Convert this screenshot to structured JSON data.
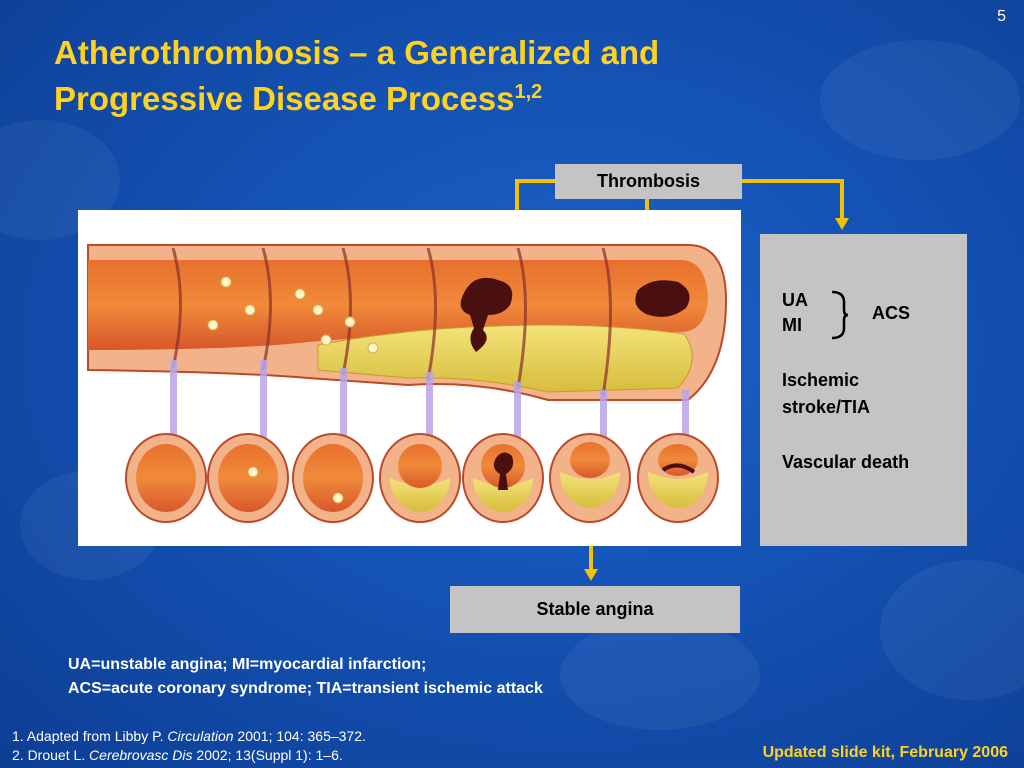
{
  "slide": {
    "page_number": "5",
    "title_line1": "Atherothrombosis – a Generalized and",
    "title_line2": "Progressive Disease Process",
    "title_superscript": "1,2"
  },
  "flow": {
    "top_box": "Thrombosis",
    "bottom_box": "Stable angina"
  },
  "outcomes": {
    "ua": "UA",
    "mi": "MI",
    "acs": "ACS",
    "ischemic_line1": "Ischemic",
    "ischemic_line2": "stroke/TIA",
    "vascular_death": "Vascular death"
  },
  "abbreviations": {
    "line1": "UA=unstable angina; MI=myocardial infarction;",
    "line2": "ACS=acute coronary syndrome; TIA=transient ischemic attack"
  },
  "references": {
    "ref1_prefix": "1. Adapted from Libby P. ",
    "ref1_journal": "Circulation",
    "ref1_suffix": " 2001; 104: 365–372.",
    "ref2_prefix": "2. Drouet L. ",
    "ref2_journal": "Cerebrovasc Dis",
    "ref2_suffix": " 2002; 13(Suppl 1): 1–6."
  },
  "footer": {
    "updated": "Updated slide kit, February 2006"
  },
  "colors": {
    "background": "#1452b4",
    "title": "#ffd21f",
    "connector": "#f2c200",
    "box": "#c4c4c4"
  }
}
